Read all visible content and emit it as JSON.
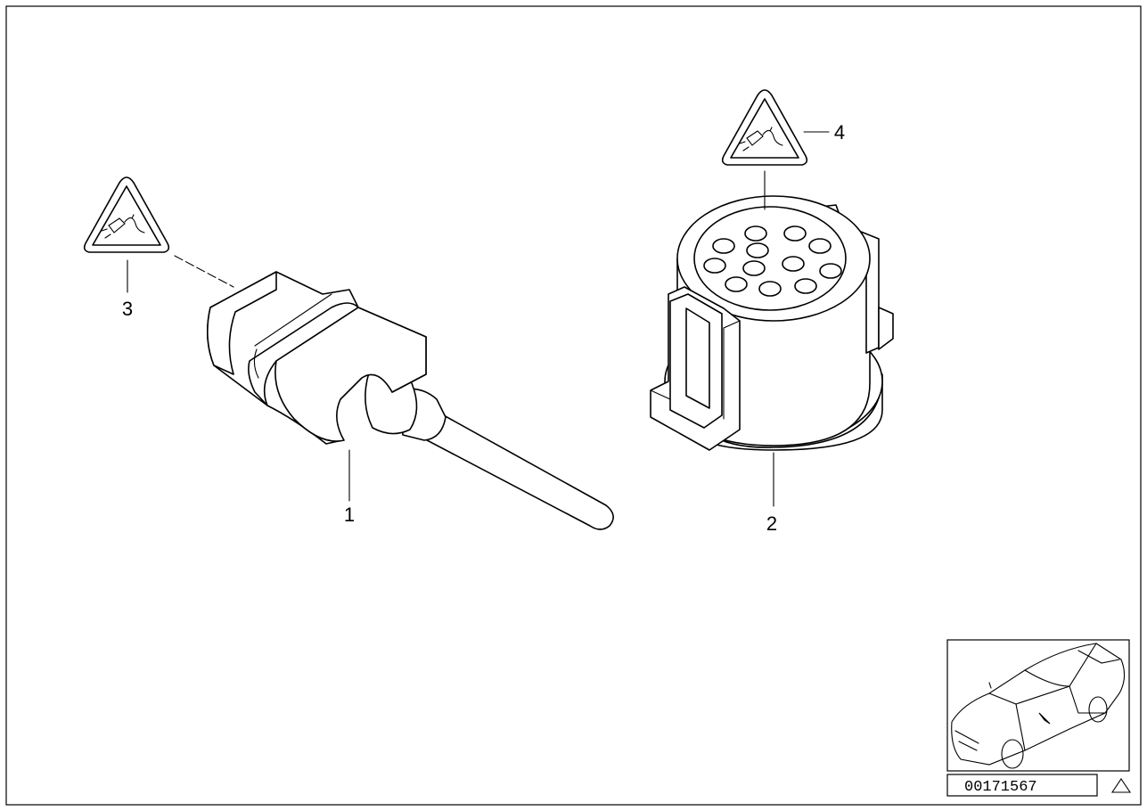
{
  "callouts": [
    {
      "id": "1",
      "text": "1"
    },
    {
      "id": "2",
      "text": "2"
    },
    {
      "id": "3",
      "text": "3"
    },
    {
      "id": "4",
      "text": "4"
    }
  ],
  "reference_number": "00171567",
  "icons": [
    "connector-warning-icon",
    "car-thumbnail",
    "triangle-icon"
  ]
}
